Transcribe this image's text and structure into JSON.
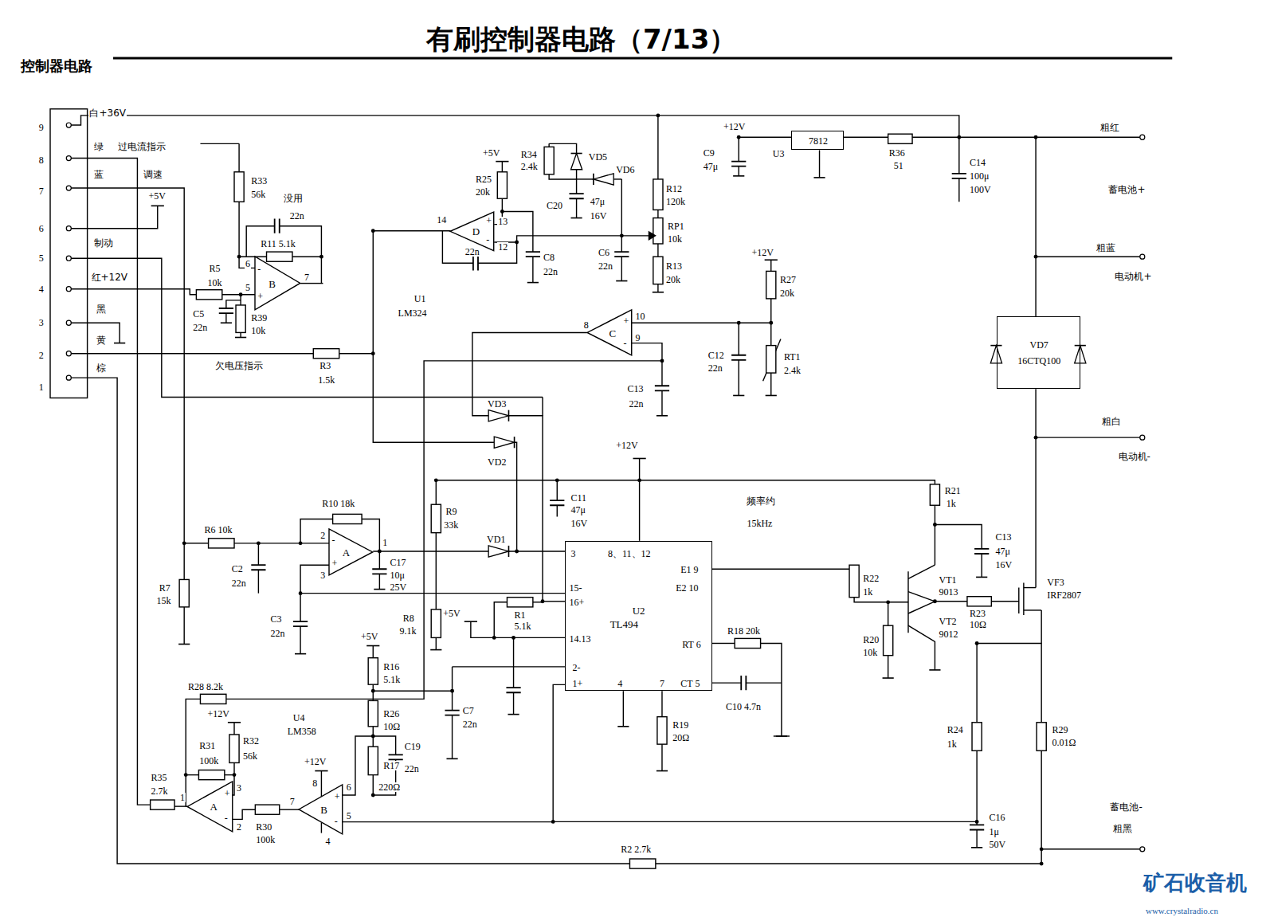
{
  "diagram": {
    "title": "有刷控制器电路（7/13）",
    "nodes": [
      {
        "text": [
          "7812"
        ]
      },
      {
        "text": [
          "D",
          "+",
          "-"
        ]
      },
      {
        "text": [
          "B",
          "-",
          "+"
        ]
      },
      {
        "text": [
          "C",
          "+",
          "-"
        ]
      },
      {
        "text": [
          "VD7",
          "16CTQ100"
        ]
      },
      {
        "text": [
          "A",
          "-",
          "+"
        ]
      },
      {
        "text": [
          "U2",
          "TL494",
          "3",
          "8、11、12",
          "E1 9",
          "E2 10",
          "15-",
          "16+",
          "14.13",
          "RT 6",
          "2-",
          "1+",
          "4",
          "7",
          "CT 5"
        ]
      },
      {
        "text": [
          "A",
          "+",
          "-"
        ]
      },
      {
        "text": [
          "B",
          "+",
          "-"
        ]
      }
    ],
    "edges": [
      {
        "from": 6,
        "to": 8,
        "arrow": "none"
      }
    ],
    "labels": [
      "控制器电路",
      "9",
      "8",
      "7",
      "6",
      "5",
      "4",
      "3",
      "2",
      "1",
      "白+36V",
      "绿",
      "过电流指示",
      "蓝",
      "调速",
      "+5V",
      "制动",
      "红+12V",
      "黑",
      "黄",
      "棕",
      "欠电压指示",
      "R33",
      "56k",
      "没用",
      "22n",
      "R11 5.1k",
      "6",
      "5",
      "7",
      "R5",
      "10k",
      "C5",
      "22n",
      "R39",
      "10k",
      "U1",
      "LM324",
      "+5V",
      "R34",
      "2.4k",
      "VD5",
      "VD6",
      "R25",
      "20k",
      "14",
      "13",
      "12",
      "C20",
      "47μ",
      "16V",
      "22n",
      "C8",
      "22n",
      "C6",
      "22n",
      "+12V",
      "C9",
      "47μ",
      "U3",
      "R36",
      "51",
      "C14",
      "100μ",
      "100V",
      "粗红",
      "蓄电池+",
      "粗蓝",
      "电动机+",
      "R12",
      "120k",
      "RP1",
      "10k",
      "R13",
      "20k",
      "+12V",
      "R27",
      "20k",
      "8",
      "10",
      "9",
      "C12",
      "22n",
      "RT1",
      "2.4k",
      "C13",
      "22n",
      "R3",
      "1.5k",
      "VD3",
      "VD2",
      "粗白",
      "电动机-",
      "+12V",
      "C11",
      "47μ",
      "16V",
      "R9",
      "33k",
      "VD1",
      "频率约",
      "15kHz",
      "R21",
      "1k",
      "C13",
      "47μ",
      "16V",
      "VT1",
      "9013",
      "VF3",
      "IRF2807",
      "R22",
      "1k",
      "R23",
      "10Ω",
      "VT2",
      "9012",
      "R20",
      "10k",
      "R6 10k",
      "R10 18k",
      "2",
      "3",
      "1",
      "C17",
      "10μ",
      "25V",
      "C2",
      "22n",
      "R7",
      "15k",
      "C3",
      "22n",
      "R8",
      "9.1k",
      "+5V",
      "R1",
      "5.1k",
      "R18 20k",
      "C10 4.7n",
      "R19",
      "20Ω",
      "+5V",
      "R16",
      "5.1k",
      "R26",
      "10Ω",
      "R17",
      "220Ω",
      "C19",
      "22n",
      "C7",
      "22n",
      "R28 8.2k",
      "U4",
      "LM358",
      "+12V",
      "R32",
      "56k",
      "R31",
      "100k",
      "R35",
      "2.7k",
      "1",
      "3",
      "2",
      "R30",
      "100k",
      "+12V",
      "8",
      "6",
      "7",
      "5",
      "4",
      "R24",
      "1k",
      "R29",
      "0.01Ω",
      "C16",
      "1μ",
      "50V",
      "蓄电池-",
      "粗黑",
      "R2 2.7k",
      "矿石收音机",
      "www.crystalradio.cn"
    ]
  }
}
